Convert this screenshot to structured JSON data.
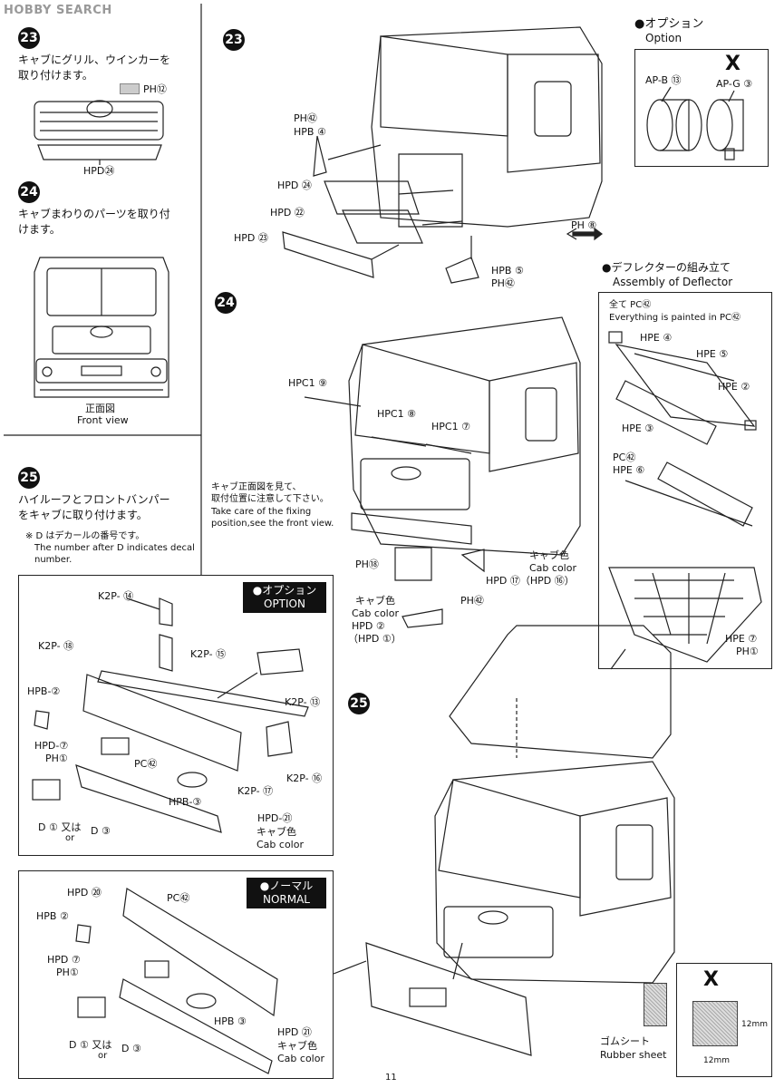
{
  "watermark": "HOBBY SEARCH",
  "page_number": "11",
  "steps": {
    "s23": {
      "num": "23",
      "jp": [
        "キャブにグリル、ウインカーを",
        "取り付けます。"
      ],
      "ph12": "PH⑫",
      "hpd24": "HPD㉔"
    },
    "s24": {
      "num": "24",
      "jp": [
        "キャブまわりのパーツを取り付",
        "けます。"
      ],
      "front_jp": "正面図",
      "front_en": "Front view"
    },
    "s25": {
      "num": "25",
      "jp": [
        "ハイルーフとフロントバンパー",
        "をキャブに取り付けます。"
      ],
      "note1": "※ D はデカールの番号です。",
      "note2": "The number after D indicates decal",
      "note3": "number."
    }
  },
  "option_box": {
    "title_jp": "●オプション",
    "title_en": "OPTION",
    "labels": [
      "K2P- ⑭",
      "K2P- ⑱",
      "K2P- ⑮",
      "HPB-②",
      "K2P- ⑬",
      "HPD-⑦",
      "PH①",
      "PC㊷",
      "K2P- ⑯",
      "HPB-③",
      "K2P- ⑰",
      "HPD-㉑",
      "キャブ色",
      "Cab color",
      "D ① 又は",
      "or",
      "D ③"
    ]
  },
  "normal_box": {
    "title_jp": "●ノーマル",
    "title_en": "NORMAL",
    "labels": [
      "HPD ⑳",
      "PC㊷",
      "HPB ②",
      "HPD ⑦",
      "PH①",
      "HPB ③",
      "HPD ㉑",
      "キャブ色",
      "Cab color",
      "D ① 又は",
      "or",
      "D ③"
    ]
  },
  "diagram23": {
    "labels": [
      "PH㊷",
      "HPB ④",
      "HPD ㉔",
      "HPD ㉒",
      "HPD ㉓",
      "PH ⑧",
      "HPB ⑤",
      "PH㊷"
    ]
  },
  "option_ap": {
    "title_jp": "●オプション",
    "title_en": "Option",
    "ap_b": "AP-B ⑬",
    "ap_g": "AP-G ③"
  },
  "diagram24": {
    "labels": [
      "HPC1 ⑨",
      "HPC1 ⑧",
      "HPC1 ⑦",
      "PH⑱",
      "キャブ色",
      "Cab color",
      "HPD ②",
      "（HPD ①）",
      "PH㊷",
      "キャブ色",
      "Cab color",
      "HPD ⑰（HPD ⑯）"
    ],
    "note_jp": [
      "キャブ正面図を見て、",
      "取付位置に注意して下さい。"
    ],
    "note_en": [
      "Take care of the fixing",
      "position,see the front view."
    ]
  },
  "deflector": {
    "title_jp": "●デフレクターの組み立て",
    "title_en": "Assembly of Deflector",
    "paint_jp": "全て PC㊷",
    "paint_en": "Everything is painted in PC㊷",
    "labels": [
      "HPE ④",
      "HPE ⑤",
      "HPE ②",
      "HPE ③",
      "PC㊷",
      "HPE ⑥",
      "HPE ⑦",
      "PH①"
    ]
  },
  "rubber": {
    "jp": "ゴムシート",
    "en": "Rubber sheet",
    "dim1": "12mm",
    "dim2": "12mm"
  }
}
